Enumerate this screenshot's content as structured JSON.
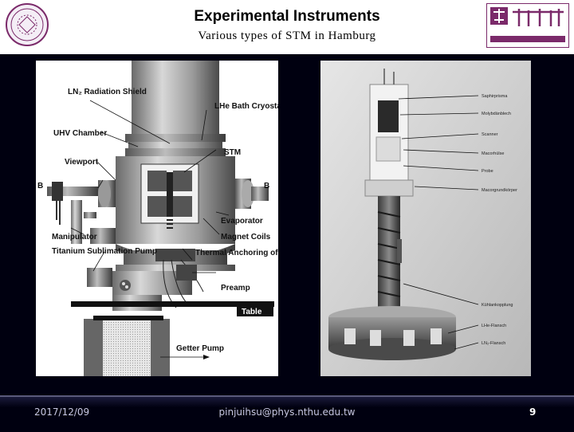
{
  "header": {
    "title": "Experimental Instruments",
    "subtitle": "Various types of STM in Hamburg"
  },
  "diagram": {
    "labels": {
      "ln2_shield": "LN₂ Radiation Shield",
      "uhv_chamber": "UHV Chamber",
      "viewport": "Viewport",
      "lhe_cryostat": "LHe Bath Cryostat",
      "stm": "STM",
      "manipulator": "Manipulator",
      "evaporator": "Evaporator",
      "magnet_coils": "Magnet Coils",
      "ti_pump": "Titanium Sublimation Pump",
      "thermal_anchoring": "Thermal Anchoring of Electrical Leads",
      "preamp": "Preamp",
      "table": "Table",
      "getter_pump": "Getter Pump",
      "b_field_left": "B",
      "b_field_right": "B"
    }
  },
  "photo": {
    "labels": {
      "saphirprisma": "Saphirprisma",
      "molybdaenblech": "Molybdänblech",
      "scanner": "Scanner",
      "macorhuelse": "Macorhülse",
      "probe": "Probe",
      "macorgrundkoerper": "Macorgrundkörper",
      "kuehlankopplung": "Kühlankopplung",
      "lhe_flansch": "LHe-Flansch",
      "ln2_flansch": "LN₂-Flansch"
    }
  },
  "footer": {
    "date": "2017/12/09",
    "email": "pinjuihsu@phys.nthu.edu.tw",
    "page": "9"
  },
  "colors": {
    "background": "#000010",
    "header_bg": "#ffffff",
    "logo_purple": "#7b2a6a"
  }
}
